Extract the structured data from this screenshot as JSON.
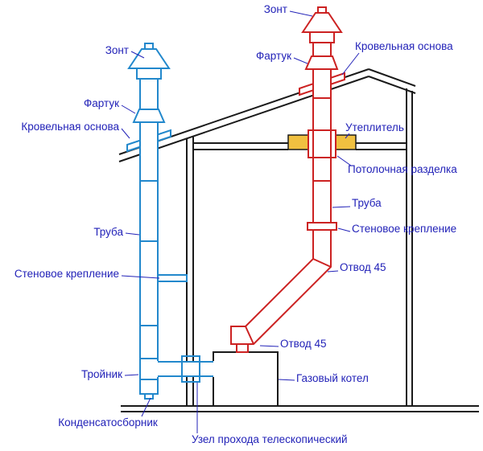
{
  "diagram": {
    "labels": {
      "zont_blue": "Зонт",
      "zont_red": "Зонт",
      "fartuk_red": "Фартук",
      "krovelnaya_osnova_red": "Кровельная основа",
      "fartuk_blue": "Фартук",
      "krovelnaya_osnova_blue": "Кровельная основа",
      "uteplitel": "Утеплитель",
      "potolochnaya_razdelka": "Потолочная разделка",
      "truba_red": "Труба",
      "stenovoe_kreplenie_red": "Стеновое крепление",
      "truba_blue": "Труба",
      "stenovoe_kreplenie_blue": "Стеновое крепление",
      "otvod45_upper": "Отвод 45",
      "otvod45_lower": "Отвод 45",
      "troynik": "Тройник",
      "gazovy_kotel": "Газовый котел",
      "kondensatosbornik": "Конденсатосборник",
      "uzel_prohoda": "Узел прохода телескопический"
    }
  },
  "colors": {
    "background": "#ffffff",
    "structure": "#1a1a1a",
    "blue_system": "#2288cc",
    "red_system": "#cc2222",
    "insulation_fill": "#f0c040",
    "label": "#2222b8"
  }
}
